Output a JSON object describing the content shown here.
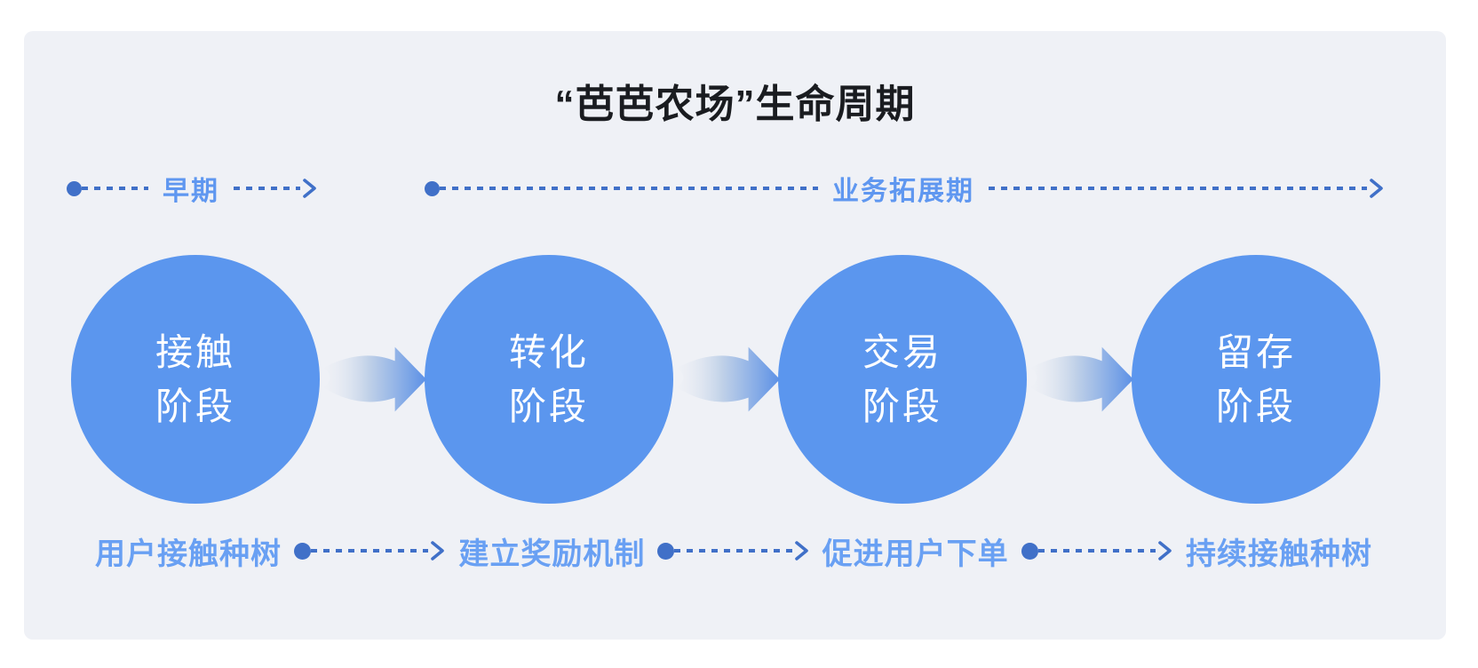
{
  "title": "“芭芭农场”生命周期",
  "timeline": {
    "phase1": "早期",
    "phase2": "业务拓展期"
  },
  "stages": [
    {
      "line1": "接触",
      "line2": "阶段"
    },
    {
      "line1": "转化",
      "line2": "阶段"
    },
    {
      "line1": "交易",
      "line2": "阶段"
    },
    {
      "line1": "留存",
      "line2": "阶段"
    }
  ],
  "bottom_steps": [
    "用户接触种树",
    "建立奖励机制",
    "促进用户下单",
    "持续接触种树"
  ],
  "colors": {
    "circle_blue": "#5B96EE",
    "dash_blue": "#4070C8",
    "label_blue": "#5F97F0",
    "step_blue": "#69A0F3",
    "card_bg": "#EFF1F6",
    "title_color": "#1A1C20"
  }
}
